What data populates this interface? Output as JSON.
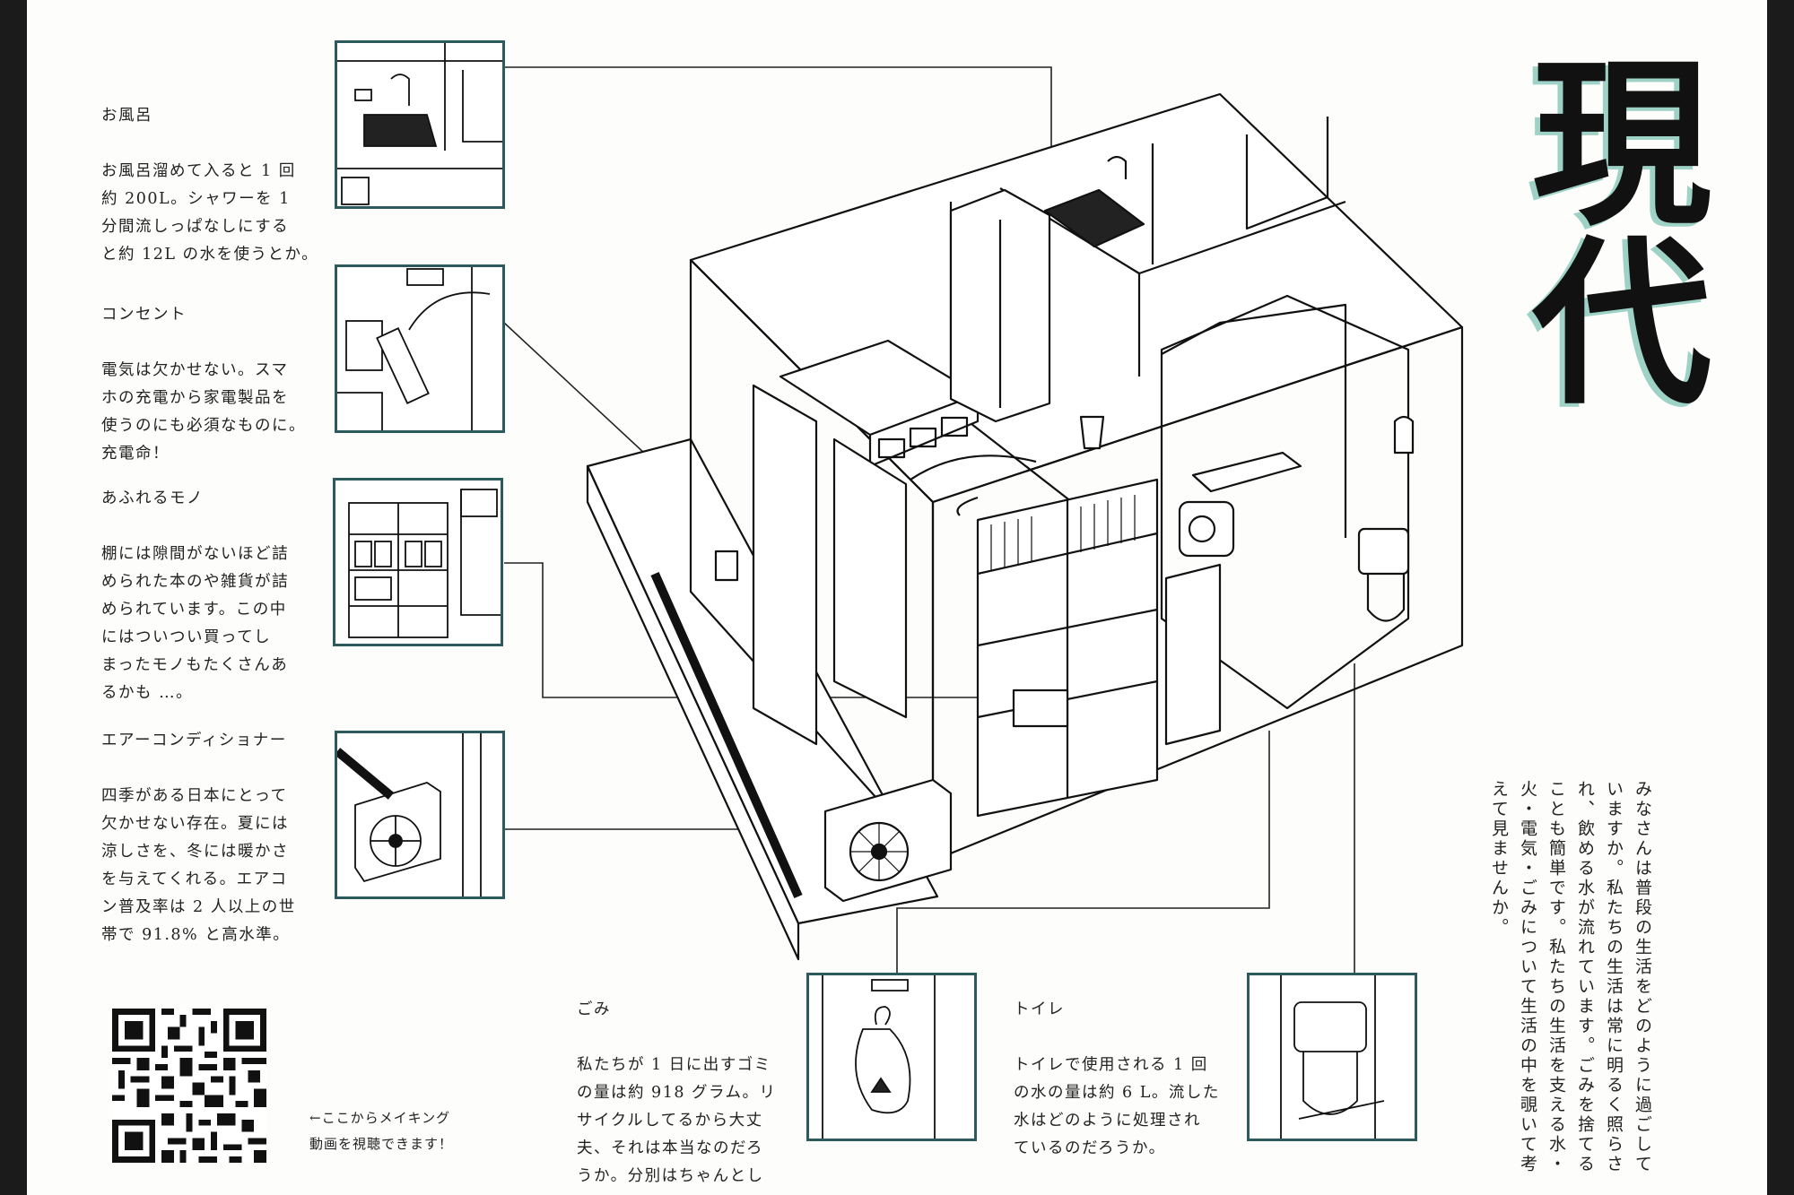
{
  "title": "現代",
  "intro": "みなさんは普段の生活をどのように過ごしていますか。私たちの生活は常に明るく照らされ、飲める水が流れています。ごみを捨てることも簡単です。私たちの生活を支える水・火・電気・ごみについて生活の中を覗いて考えて見ませんか。",
  "captions": {
    "bath": {
      "title": "お風呂",
      "body": "お風呂溜めて入ると 1 回\n約 200L。シャワーを 1\n分間流しっぱなしにする\nと約 12L の水を使うとか。"
    },
    "outlet": {
      "title": "コンセント",
      "body": "電気は欠かせない。スマ\nホの充電から家電製品を\n使うのにも必須なものに。\n充電命！"
    },
    "things": {
      "title": "あふれるモノ",
      "body": "棚には隙間がないほど詰\nめられた本のや雑貨が詰\nめられています。この中\nにはついつい買ってし\nまったモノもたくさんあ\nるかも …。"
    },
    "aircon": {
      "title": "エアーコンディショナー",
      "body": "四季がある日本にとって\n欠かせない存在。夏には\n涼しさを、冬には暖かさ\nを与えてくれる。エアコ\nン普及率は 2 人以上の世\n帯で 91.8% と高水準。"
    },
    "garbage": {
      "title": "ごみ",
      "body": "私たちが 1 日に出すゴミ\nの量は約 918 グラム。リ\nサイクルしてるから大丈\n夫、それは本当なのだろ\nうか。分別はちゃんとし\nている？"
    },
    "toilet": {
      "title": "トイレ",
      "body": "トイレで使用される 1 回\nの水の量は約 6 L。流した\n水はどのように処理され\nているのだろうか。"
    }
  },
  "qr_note": "←ここからメイキング\n動画を視聴できます！",
  "colors": {
    "frame": "#2d5a5c",
    "title_shadow": "#9fd2c6",
    "ink": "#111111"
  }
}
